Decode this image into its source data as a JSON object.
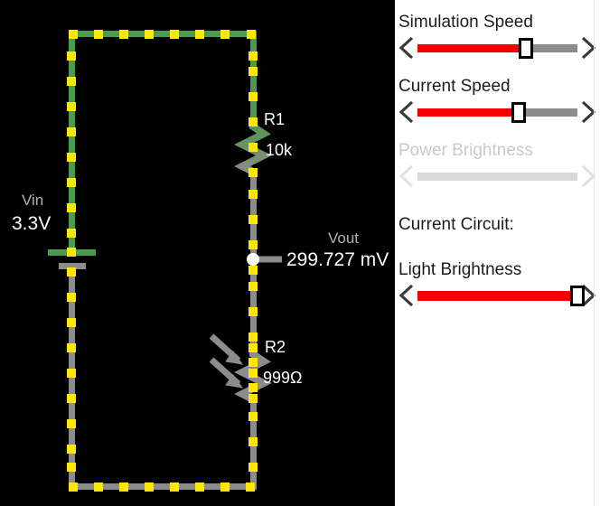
{
  "canvas": {
    "background_color": "#000000",
    "wire_high_color": "#4a9a52",
    "wire_low_color": "#8c8c8c",
    "current_dot_color": "#ffe800",
    "labels": {
      "vin_name": "Vin",
      "vin_value": "3.3V",
      "vout_name": "Vout",
      "vout_value": "299.727 mV",
      "r1_name": "R1",
      "r1_value": "10k",
      "r2_name": "R2",
      "r2_value": "999Ω"
    }
  },
  "panel": {
    "background_color": "#ffffff",
    "accent_color": "#f40000",
    "controls": [
      {
        "id": "simulation-speed",
        "label": "Simulation Speed",
        "type": "slider",
        "enabled": true,
        "percent": 68,
        "decrement_icon": "chevron-left-icon",
        "increment_icon": "chevron-right-icon"
      },
      {
        "id": "current-speed",
        "label": "Current Speed",
        "type": "slider",
        "enabled": true,
        "percent": 63,
        "decrement_icon": "chevron-left-icon",
        "increment_icon": "chevron-right-icon"
      },
      {
        "id": "power-brightness",
        "label": "Power Brightness",
        "type": "slider",
        "enabled": false,
        "percent": 0,
        "decrement_icon": "chevron-left-icon",
        "increment_icon": "chevron-right-icon"
      }
    ],
    "current_circuit_label": "Current Circuit:",
    "light_brightness": {
      "id": "light-brightness",
      "label": "Light Brightness",
      "type": "slider",
      "enabled": true,
      "percent": 100,
      "decrement_icon": "chevron-left-icon",
      "increment_icon": "chevron-right-icon"
    }
  }
}
